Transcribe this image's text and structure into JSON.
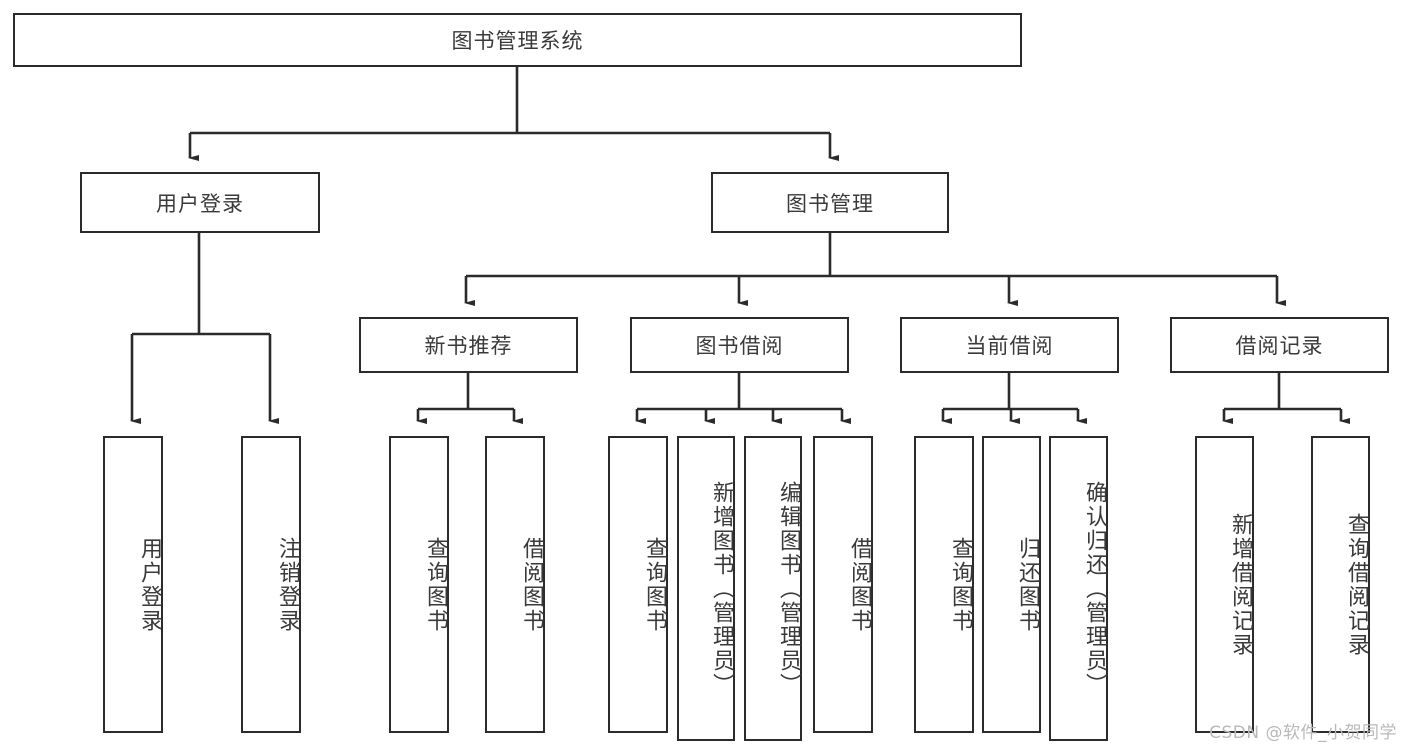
{
  "diagram": {
    "title": "图书管理系统",
    "type": "tree-hierarchy-diagram",
    "colors": {
      "stroke": "#2b2b2b",
      "text": "#3a3a3a",
      "background": "#ffffff",
      "watermark": "#b9b9b9"
    },
    "root": {
      "label": "图书管理系统"
    },
    "level2": [
      {
        "label": "用户登录"
      },
      {
        "label": "图书管理"
      }
    ],
    "level3": [
      {
        "label": "新书推荐"
      },
      {
        "label": "图书借阅"
      },
      {
        "label": "当前借阅"
      },
      {
        "label": "借阅记录"
      }
    ],
    "leaves": {
      "user_login": [
        {
          "label": "用户登录"
        },
        {
          "label": "注销登录"
        }
      ],
      "new_book_recommend": [
        {
          "label": "查询图书"
        },
        {
          "label": "借阅图书"
        }
      ],
      "book_borrow": [
        {
          "label": "查询图书"
        },
        {
          "label": "新增图书（管理员）"
        },
        {
          "label": "编辑图书（管理员）"
        },
        {
          "label": "借阅图书"
        }
      ],
      "current_borrow": [
        {
          "label": "查询图书"
        },
        {
          "label": "归还图书"
        },
        {
          "label": "确认归还（管理员）"
        }
      ],
      "borrow_record": [
        {
          "label": "新增借阅记录"
        },
        {
          "label": "查询借阅记录"
        }
      ]
    }
  },
  "watermark": {
    "text": "CSDN @软件_小贺同学"
  }
}
